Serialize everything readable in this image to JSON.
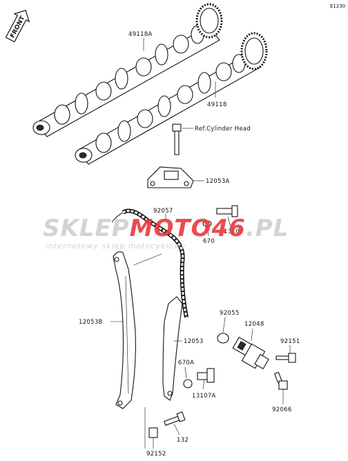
{
  "diagram": {
    "code": "E1230",
    "front_arrow_label": "FRONT",
    "parts": [
      {
        "id": "p1",
        "label": "49118A"
      },
      {
        "id": "p2",
        "label": "49118"
      },
      {
        "id": "p3",
        "label": "Ref.Cylinder Head"
      },
      {
        "id": "p4",
        "label": "12053A"
      },
      {
        "id": "p5",
        "label": "92057"
      },
      {
        "id": "p6",
        "label": "13107"
      },
      {
        "id": "p7",
        "label": "670"
      },
      {
        "id": "p8",
        "label": "12053B"
      },
      {
        "id": "p9",
        "label": "12053"
      },
      {
        "id": "p10",
        "label": "92055"
      },
      {
        "id": "p11",
        "label": "12048"
      },
      {
        "id": "p12",
        "label": "92151"
      },
      {
        "id": "p13",
        "label": "670A"
      },
      {
        "id": "p14",
        "label": "13107A"
      },
      {
        "id": "p15",
        "label": "92066"
      },
      {
        "id": "p16",
        "label": "132"
      },
      {
        "id": "p17",
        "label": "92152"
      }
    ]
  },
  "watermark": {
    "brand_left": "SKLEP",
    "brand_right": "MOTO46",
    "brand_suffix": ".PL",
    "tagline": "internetowy sklep motocyklowy",
    "brand_color": "#e8383d",
    "muted_color": "#cfcfcf"
  }
}
